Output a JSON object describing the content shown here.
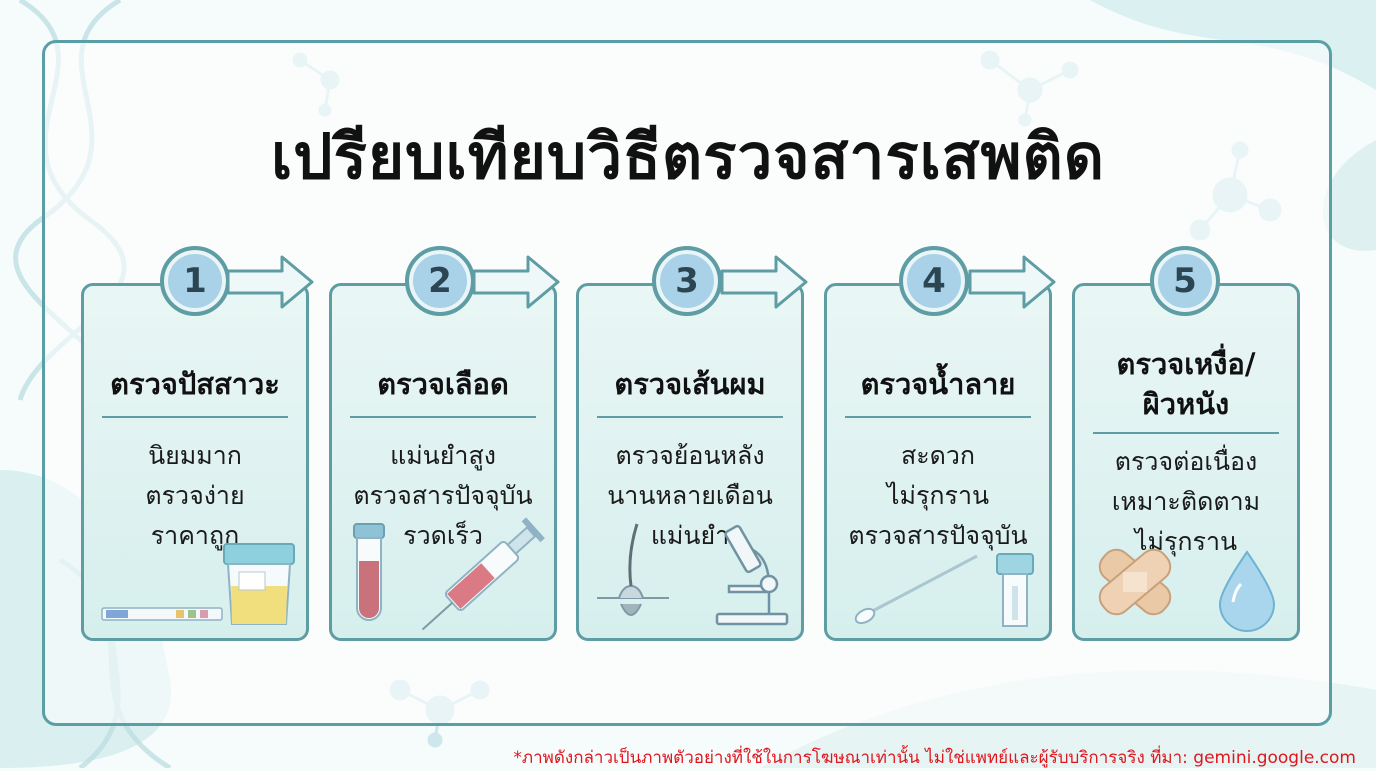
{
  "title": "เปรียบเทียบวิธีตรวจสารเสพติด",
  "colors": {
    "frame": "#5b9fa6",
    "badge_fill": "#a9d2e8",
    "card_fill": "#e0f2f1",
    "disclaimer": "#e0161e"
  },
  "steps": [
    {
      "number": "1",
      "title_lines": [
        "ตรวจปัสสาวะ"
      ],
      "desc": [
        "นิยมมาก",
        "ตรวจง่าย",
        "ราคาถูก"
      ],
      "icons": [
        "test-strip-icon",
        "urine-cup-icon"
      ]
    },
    {
      "number": "2",
      "title_lines": [
        "ตรวจเลือด"
      ],
      "desc": [
        "แม่นยำสูง",
        "ตรวจสารปัจจุบัน",
        "รวดเร็ว"
      ],
      "icons": [
        "blood-tube-icon",
        "syringe-icon"
      ]
    },
    {
      "number": "3",
      "title_lines": [
        "ตรวจเส้นผม"
      ],
      "desc": [
        "ตรวจย้อนหลัง",
        "นานหลายเดือน",
        "แม่นยำ"
      ],
      "icons": [
        "hair-follicle-icon",
        "microscope-icon"
      ]
    },
    {
      "number": "4",
      "title_lines": [
        "ตรวจน้ำลาย"
      ],
      "desc": [
        "สะดวก",
        "ไม่รุกราน",
        "ตรวจสารปัจจุบัน"
      ],
      "icons": [
        "swab-icon",
        "saliva-tube-icon"
      ]
    },
    {
      "number": "5",
      "title_lines": [
        "ตรวจเหงื่อ/",
        "ผิวหนัง"
      ],
      "desc": [
        "ตรวจต่อเนื่อง",
        "เหมาะติดตาม",
        "ไม่รุกราน"
      ],
      "icons": [
        "sweat-patch-icon",
        "droplet-icon"
      ]
    }
  ],
  "disclaimer": "*ภาพดังกล่าวเป็นภาพตัวอย่างที่ใช้ในการโฆษณาเท่านั้น ไม่ใช่แพทย์และผู้รับบริการจริง ที่มา: gemini.google.com"
}
